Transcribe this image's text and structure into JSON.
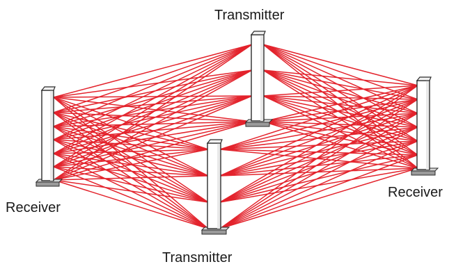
{
  "labels": {
    "top_transmitter": "Transmitter",
    "bottom_transmitter": "Transmitter",
    "left_receiver": "Receiver",
    "right_receiver": "Receiver"
  },
  "colors": {
    "beam": "#e3232c",
    "post_fill": "#ffffff",
    "post_stroke": "#2b2b2b",
    "base_fill": "#9a9a9a",
    "text": "#1a1a1a"
  },
  "icons": {
    "post": "sensor-post-icon"
  }
}
